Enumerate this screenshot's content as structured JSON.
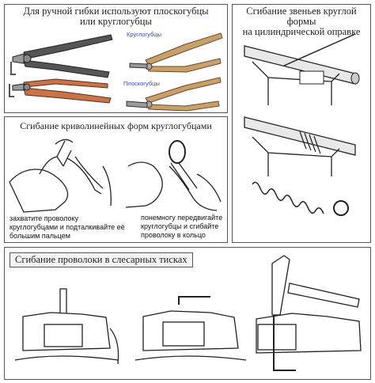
{
  "panels": {
    "pliers": {
      "title_line1": "Для ручной гибки используют плоскогубцы",
      "title_line2": "или круглогубцы",
      "label_round": "Круглогубцы",
      "label_flat": "Плоскогубцы"
    },
    "curves": {
      "title": "Сгибание криволинейных форм круглогубцами",
      "caption_left": "захватите проволоку круглогубцами и подталкивайте её большим пальцем",
      "caption_right": "понемногу передвигайте круглогубцы и сгибайте проволоку в кольцо"
    },
    "mandrel": {
      "title_line1": "Сгибание звеньев круглой формы",
      "title_line2": "на цилиндрической оправке"
    },
    "vise": {
      "title": "Сгибание проволоки в слесарных тисках"
    }
  },
  "colors": {
    "plier_handle": "#c8734a",
    "plier_metal": "#9a9a9a",
    "plier_gold": "#c9a06a",
    "label_blue": "#3a49b3"
  },
  "icons": [
    "pliers-icon",
    "round-pliers-icon",
    "flat-pliers-icon",
    "hand-icon",
    "wire-icon",
    "ring-icon",
    "mandrel-icon",
    "spring-coil-icon",
    "vise-icon",
    "hammer-icon"
  ]
}
